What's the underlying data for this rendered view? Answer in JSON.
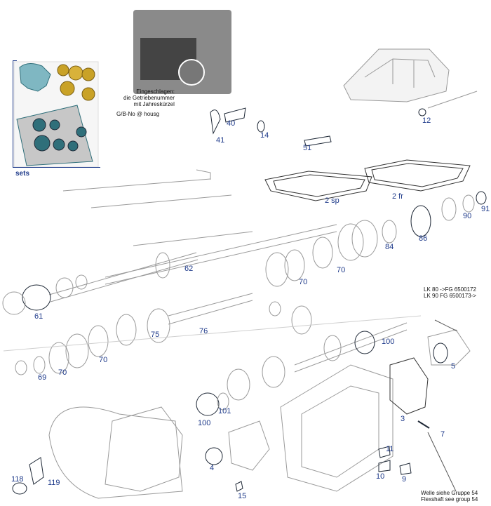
{
  "labels": {
    "n2fr": "2 fr",
    "n2sp": "2 sp",
    "n3": "3",
    "n4": "4",
    "n5": "5",
    "n7": "7",
    "n9": "9",
    "n10": "10",
    "n11": "11",
    "n12": "12",
    "n14": "14",
    "n15": "15",
    "n40": "40",
    "n41": "41",
    "n51": "51",
    "n61": "61",
    "n62": "62",
    "n69": "69",
    "n70a": "70",
    "n70b": "70",
    "n70c": "70",
    "n70d": "70",
    "n75": "75",
    "n76": "76",
    "n84": "84",
    "n86": "86",
    "n90": "90",
    "n91": "91",
    "n100a": "100",
    "n100b": "100",
    "n101": "101",
    "n118": "118",
    "n119": "119"
  },
  "notes": {
    "gearbox_number": "Eingeschlagen:\ndie Getriebenummer\nmit Jahreskürzel",
    "gb_no": "G/B-No @ housg",
    "lk": "LK 80 ->FG 6500172\nLK 90 FG 6500173->",
    "flexshaft": "Welle siehe Gruppe 54\nFlexshaft see group 54"
  },
  "sets_label": "sets",
  "colors": {
    "label_blue": "#1e3a8a",
    "line": "#9a9a9a",
    "part_dark": "#1f2937",
    "ring_gold": "#c9a227",
    "seal_teal": "#2f6f7a"
  }
}
